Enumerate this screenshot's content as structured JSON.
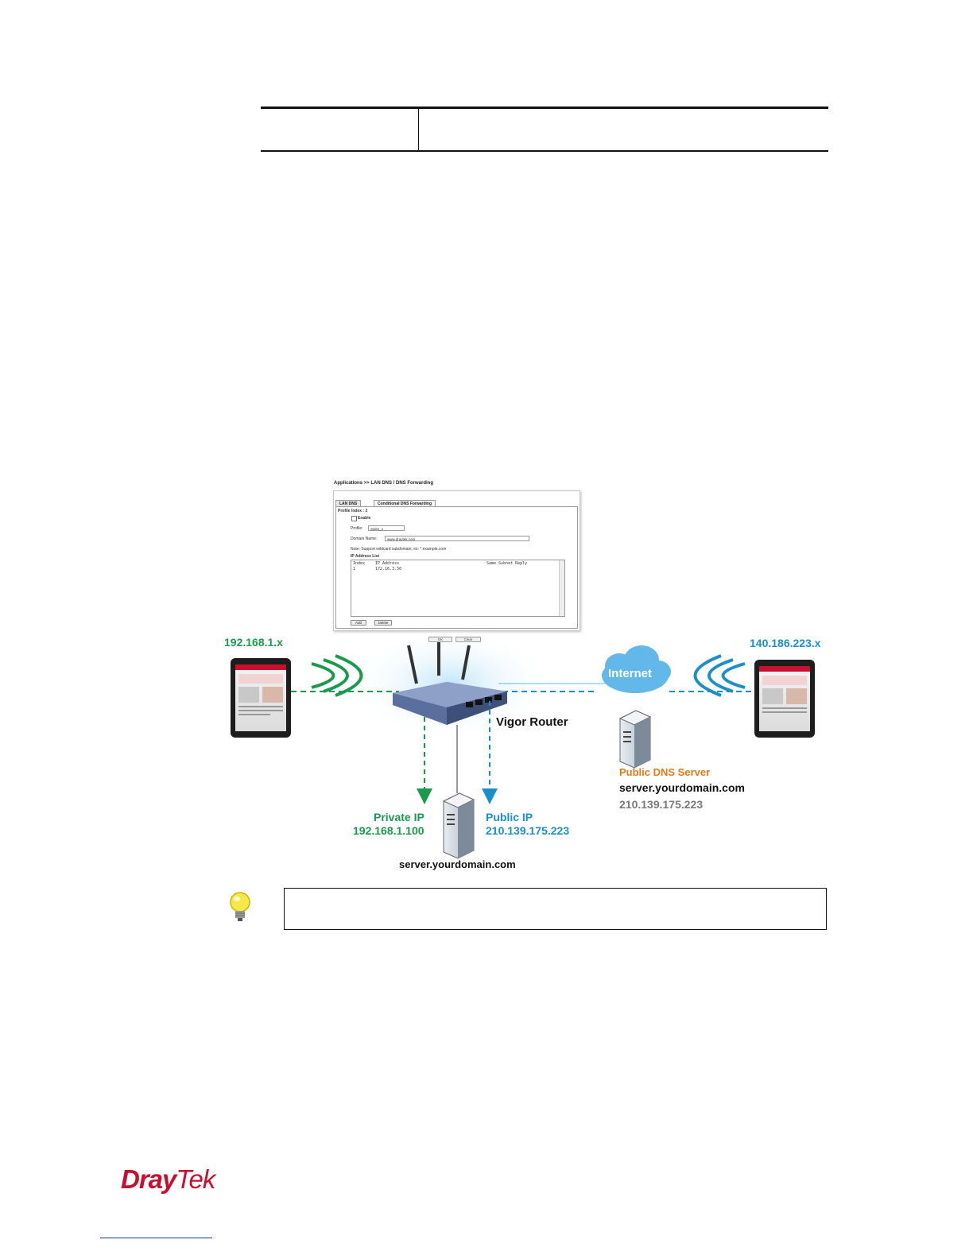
{
  "panel": {
    "title": "Applications >> LAN DNS / DNS Forwarding",
    "tabs": [
      "LAN DNS",
      "Conditional DNS Forwarding"
    ],
    "profile_index": "Profile Index : 2",
    "enable_label": "Enable",
    "profile_label": "Profile:",
    "profile_value": "Sales_1",
    "domain_label": "Domain Name:",
    "domain_value": "www.draytek.com",
    "note": "Support wildcard subdomain, ex: *.example.com",
    "note_label": "Note:",
    "ip_list_label": "IP Address List",
    "columns": [
      "Index",
      "IP Address",
      "Same Subnet Reply"
    ],
    "rows": [
      [
        "1",
        "172.16.3.50"
      ]
    ],
    "buttons": [
      "Add",
      "Delete"
    ],
    "footer_buttons": [
      "OK",
      "Clear"
    ]
  },
  "diagram": {
    "left_client_ip": "192.168.1.x",
    "right_client_ip": "140.186.223.x",
    "internet_label": "Internet",
    "router_label": "Vigor Router",
    "public_dns_label": "Public DNS Server",
    "public_dns_domain": "server.yourdomain.com",
    "public_dns_ip": "210.139.175.223",
    "private_ip_label": "Private IP",
    "private_ip_value": "192.168.1.100",
    "public_ip_label": "Public IP",
    "public_ip_value": "210.139.175.223",
    "server_domain": "server.yourdomain.com",
    "colors": {
      "green": "#1a9a4c",
      "blue": "#1a8fc8",
      "orange": "#e07b1a",
      "gray": "#7a7a7a"
    }
  },
  "logo": {
    "text_a": "Dray",
    "text_b": "Tek"
  }
}
